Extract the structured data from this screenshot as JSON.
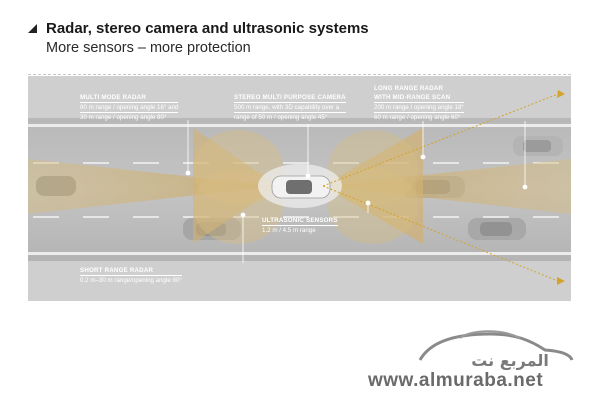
{
  "header": {
    "title": "Radar, stereo camera and ultrasonic systems",
    "subtitle": "More sensors – more protection"
  },
  "sensors": {
    "multi_mode": {
      "heading": "MULTI MODE RADAR",
      "line1": "80 m range / opening angle 16° and",
      "line2": "30 m range / opening angle 80°"
    },
    "stereo_camera": {
      "heading": "STEREO MULTI PURPOSE CAMERA",
      "line1": "500 m range, with 3D capability over a",
      "line2": "range of 50 m / opening angle 45°"
    },
    "long_range": {
      "heading": "LONG RANGE RADAR",
      "heading2": "WITH MID-RANGE SCAN",
      "line1": "200 m range / opening angle 18°",
      "line2": "60 m range / opening angle 60°"
    },
    "ultrasonic": {
      "heading": "ULTRASONIC SENSORS",
      "line1": "1.2 m / 4.5 m range"
    },
    "short_range": {
      "heading": "SHORT RANGE RADAR",
      "line1": "0.2 m–30 m range/opening angle 80°"
    }
  },
  "watermark": {
    "arabic": "المربع نت",
    "url": "www.almuraba.net"
  },
  "colors": {
    "road": "#bdbdbd",
    "beam": "#c9a45a",
    "accent": "#d4a32c"
  }
}
